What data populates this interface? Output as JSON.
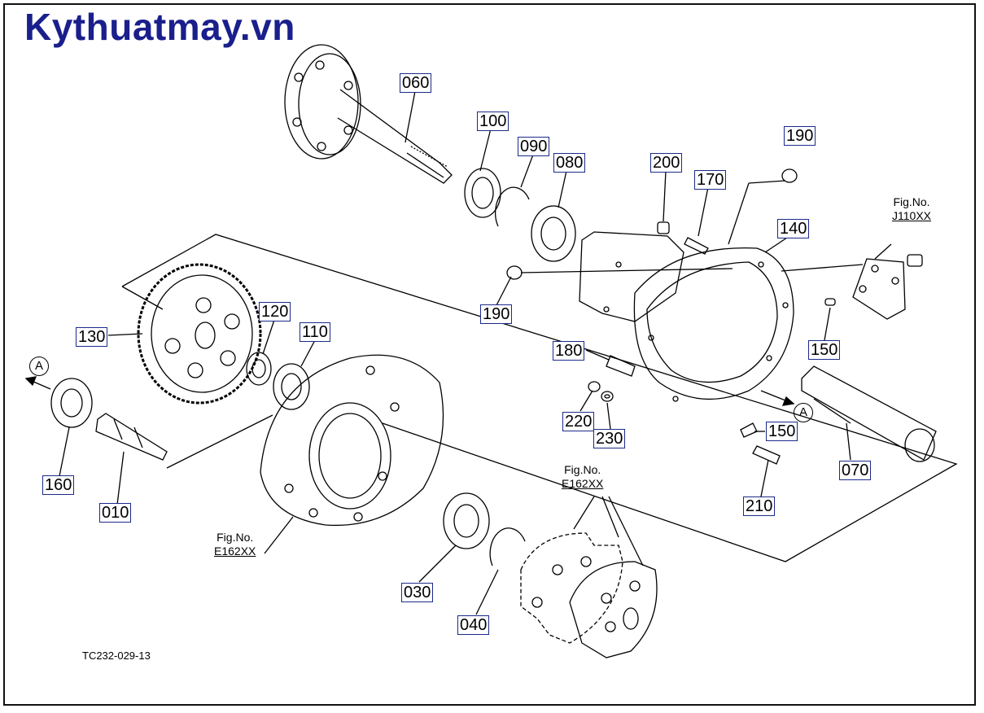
{
  "brand": "Kythuatmay.vn",
  "drawing_code": "TC232-029-13",
  "parts": [
    {
      "id": "p060",
      "label": "060"
    },
    {
      "id": "p100",
      "label": "100"
    },
    {
      "id": "p090",
      "label": "090"
    },
    {
      "id": "p080",
      "label": "080"
    },
    {
      "id": "p200",
      "label": "200"
    },
    {
      "id": "p170",
      "label": "170"
    },
    {
      "id": "p190a",
      "label": "190"
    },
    {
      "id": "p140",
      "label": "140"
    },
    {
      "id": "p190b",
      "label": "190"
    },
    {
      "id": "p120",
      "label": "120"
    },
    {
      "id": "p130",
      "label": "130"
    },
    {
      "id": "p110",
      "label": "110"
    },
    {
      "id": "p180",
      "label": "180"
    },
    {
      "id": "p150a",
      "label": "150"
    },
    {
      "id": "p220",
      "label": "220"
    },
    {
      "id": "p230",
      "label": "230"
    },
    {
      "id": "p150b",
      "label": "150"
    },
    {
      "id": "p160",
      "label": "160"
    },
    {
      "id": "p010",
      "label": "010"
    },
    {
      "id": "p070",
      "label": "070"
    },
    {
      "id": "p210",
      "label": "210"
    },
    {
      "id": "p030",
      "label": "030"
    },
    {
      "id": "p040",
      "label": "040"
    }
  ],
  "refs": {
    "j110": {
      "line1": "Fig.No.",
      "line2": "J110XX"
    },
    "e162_top": {
      "line1": "Fig.No.",
      "line2": "E162XX"
    },
    "e162_left": {
      "line1": "Fig.No.",
      "line2": "E162XX"
    }
  },
  "markers": {
    "left": "A",
    "right": "A"
  }
}
